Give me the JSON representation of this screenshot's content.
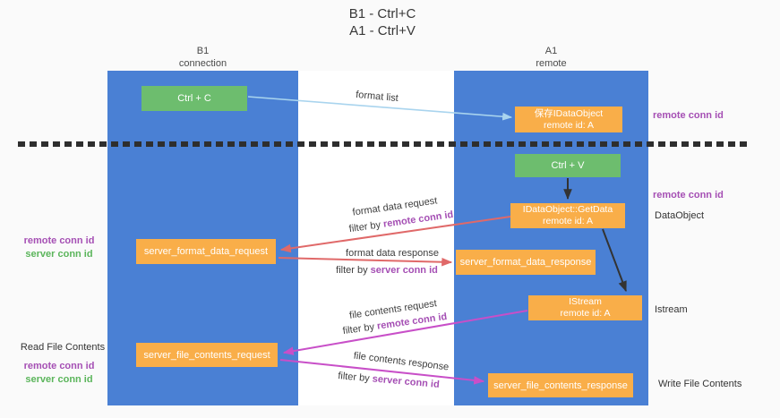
{
  "title": {
    "line1": "B1 - Ctrl+C",
    "line2": "A1 - Ctrl+V"
  },
  "lifelines": {
    "left": {
      "name": "B1",
      "role": "connection"
    },
    "right": {
      "name": "A1",
      "role": "remote"
    }
  },
  "boxes": {
    "ctrl_c": {
      "label": "Ctrl + C"
    },
    "save_dataobject": {
      "line1": "保存IDataObject",
      "line2": "remote id: A"
    },
    "ctrl_v": {
      "label": "Ctrl + V"
    },
    "getdata": {
      "line1": "IDataObject::GetData",
      "line2": "remote id: A"
    },
    "server_format_data_request": {
      "label": "server_format_data_request"
    },
    "server_format_data_response": {
      "label": "server_format_data_response"
    },
    "istream": {
      "line1": "IStream",
      "line2": "remote id: A"
    },
    "server_file_contents_request": {
      "label": "server_file_contents_request"
    },
    "server_file_contents_response": {
      "label": "server_file_contents_response"
    }
  },
  "side_labels": {
    "remote_conn_id": "remote conn id",
    "server_conn_id": "server conn id",
    "dataobject": "DataObject",
    "istream": "Istream",
    "read_file_contents": "Read File Contents",
    "write_file_contents": "Write File Contents"
  },
  "arrow_labels": {
    "format_list": "format list",
    "format_data_request": "format data request",
    "format_data_response": "format data response",
    "file_contents_request": "file contents request",
    "file_contents_response": "file contents response",
    "filter_by": "filter by"
  },
  "colors": {
    "lifeline_blue": "#4a80d4",
    "action_green": "#6dbd6e",
    "message_orange": "#f9ae49",
    "arrow_light_blue": "#a9d4ee",
    "arrow_red": "#e06969",
    "arrow_magenta": "#c84fc8",
    "arrow_black": "#333333",
    "highlight_purple": "#a54fb4",
    "highlight_green": "#5bb55b"
  }
}
